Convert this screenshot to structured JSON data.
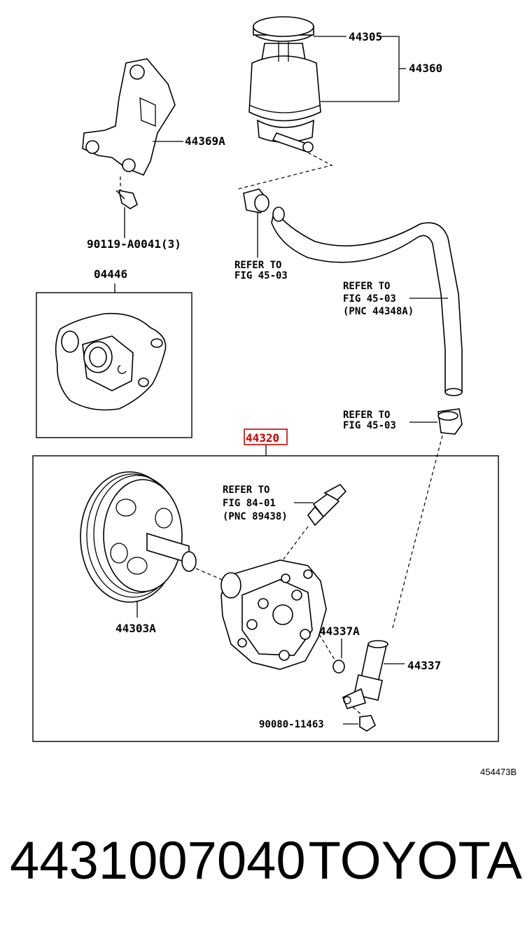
{
  "diagram": {
    "labels": {
      "p44305": "44305",
      "p44360": "44360",
      "p44369A": "44369A",
      "p90119": "90119-A0041(3)",
      "p04446": "04446",
      "p44320": "44320",
      "p44303A": "44303A",
      "p44337A": "44337A",
      "p44337": "44337",
      "p90080": "90080-11463",
      "drawing_code": "454473B"
    },
    "refs": {
      "ref1": [
        "REFER TO",
        "FIG 45-03"
      ],
      "ref2": [
        "REFER TO",
        "FIG 45-03",
        "(PNC 44348A)"
      ],
      "ref3": [
        "REFER TO",
        "FIG 45-03"
      ],
      "ref4": [
        "REFER TO",
        "FIG 84-01",
        "(PNC 89438)"
      ]
    },
    "highlight_color": "#cc0000"
  },
  "footer": {
    "part_number": "4431007040",
    "brand": "TOYOTA"
  }
}
